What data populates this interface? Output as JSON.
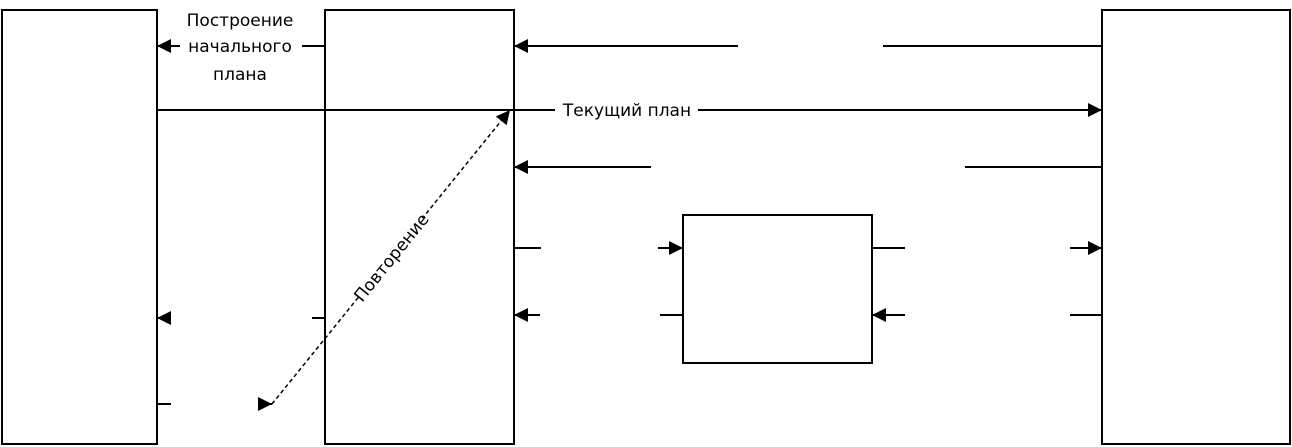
{
  "diagram": {
    "labels": {
      "initial_plan_line1": "Построение",
      "initial_plan_line2": "начального",
      "initial_plan_line3": "плана",
      "current_plan": "Текущий план",
      "repeat": "Повторение"
    },
    "colors": {
      "stroke": "#000000",
      "background": "#ffffff"
    }
  }
}
